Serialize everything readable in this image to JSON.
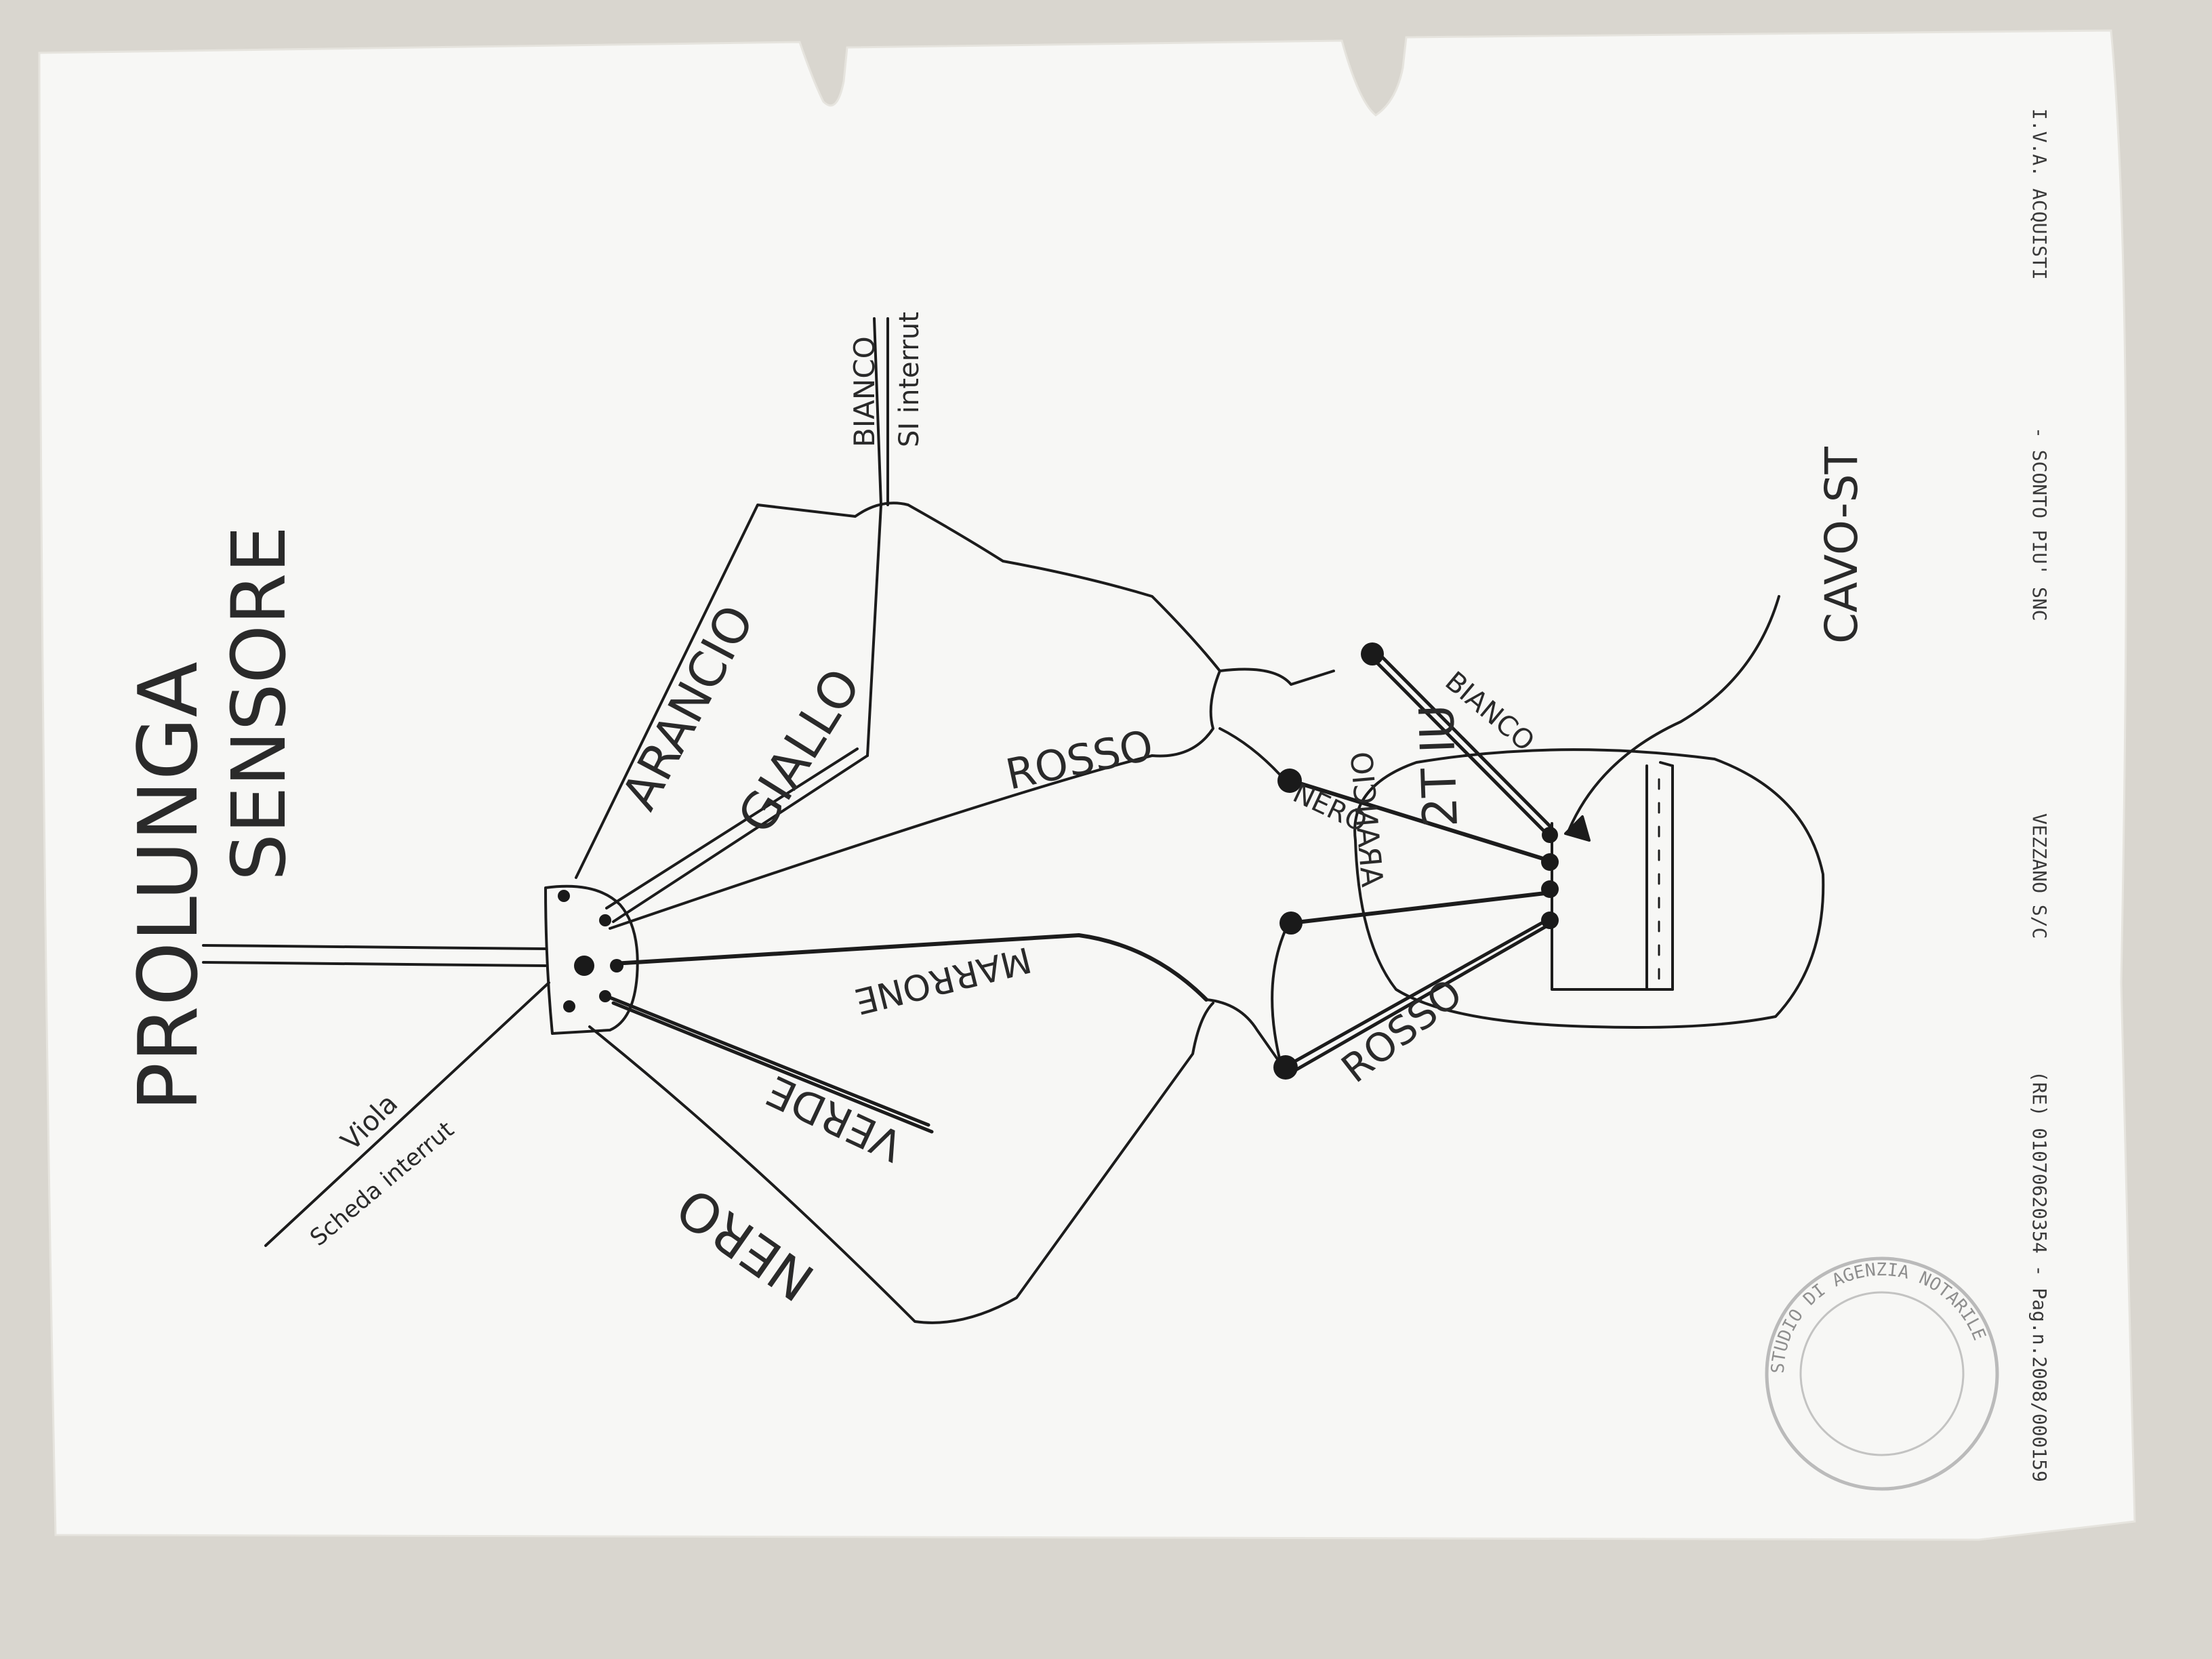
{
  "colors": {
    "background": "#d9d6cf",
    "paper": "#f7f7f5",
    "ink": "#1c1c1c",
    "printed_text": "#3a3a3a",
    "stamp": "#8a8a8a"
  },
  "title": {
    "line1": "PROLUNGA",
    "line2": "SENSORE"
  },
  "wire_labels": {
    "arancio_top": "ARANCIO",
    "giallo": "GIALLO",
    "bianco_top": "BIANCO",
    "si_interrut": "SI interrut",
    "rosso_top": "ROSSO",
    "marrone": "MARRONE",
    "verde": "VERDE",
    "nero_bottom": "NERO",
    "viola": "Viola",
    "scheda_interrut": "Scheda interrut"
  },
  "connector_labels": {
    "nero": "NERO",
    "bianco": "BIANCO",
    "arancio": "ARANCIO",
    "rosso": "ROSSO",
    "connector_name": "2T IU"
  },
  "cable_label": "CAVO-ST",
  "printed_header": {
    "line1": "I.V.A. ACQUISTI",
    "line2": "- SCONTO PIU' SNC",
    "line3": "VEZZANO S/C",
    "line4": "(RE) 01070620354 - Pag.n.2008/000159"
  },
  "stamp_text": "STUDIO DI AGENZIA NOTARILE"
}
